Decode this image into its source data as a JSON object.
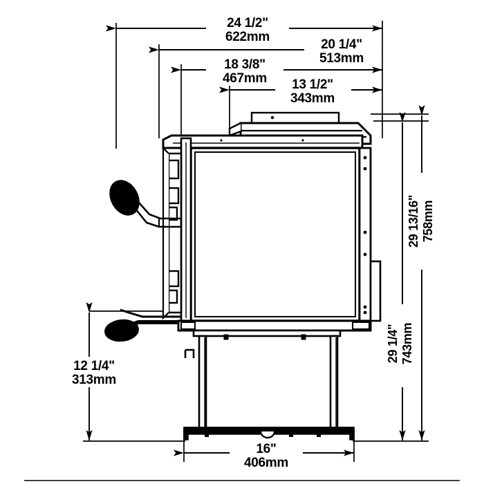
{
  "drawing": {
    "title": "Range side-elevation dimension drawing",
    "type": "technical-line-drawing",
    "units": "inches and millimeters",
    "line_color": "#000000",
    "background_color": "#ffffff"
  },
  "dimensions": {
    "top_overall": {
      "imperial": "24 1/2\"",
      "metric": "622mm"
    },
    "top_second": {
      "imperial": "20 1/4\"",
      "metric": "513mm"
    },
    "top_third": {
      "imperial": "18 3/8\"",
      "metric": "467mm"
    },
    "top_fourth": {
      "imperial": "13 1/2\"",
      "metric": "343mm"
    },
    "right_outer": {
      "imperial": "29 13/16\"",
      "metric": "758mm"
    },
    "right_inner": {
      "imperial": "29 1/4\"",
      "metric": "743mm"
    },
    "left_lower": {
      "imperial": "12 1/4\"",
      "metric": "313mm"
    },
    "bottom_base": {
      "imperial": "16\"",
      "metric": "406mm"
    }
  }
}
